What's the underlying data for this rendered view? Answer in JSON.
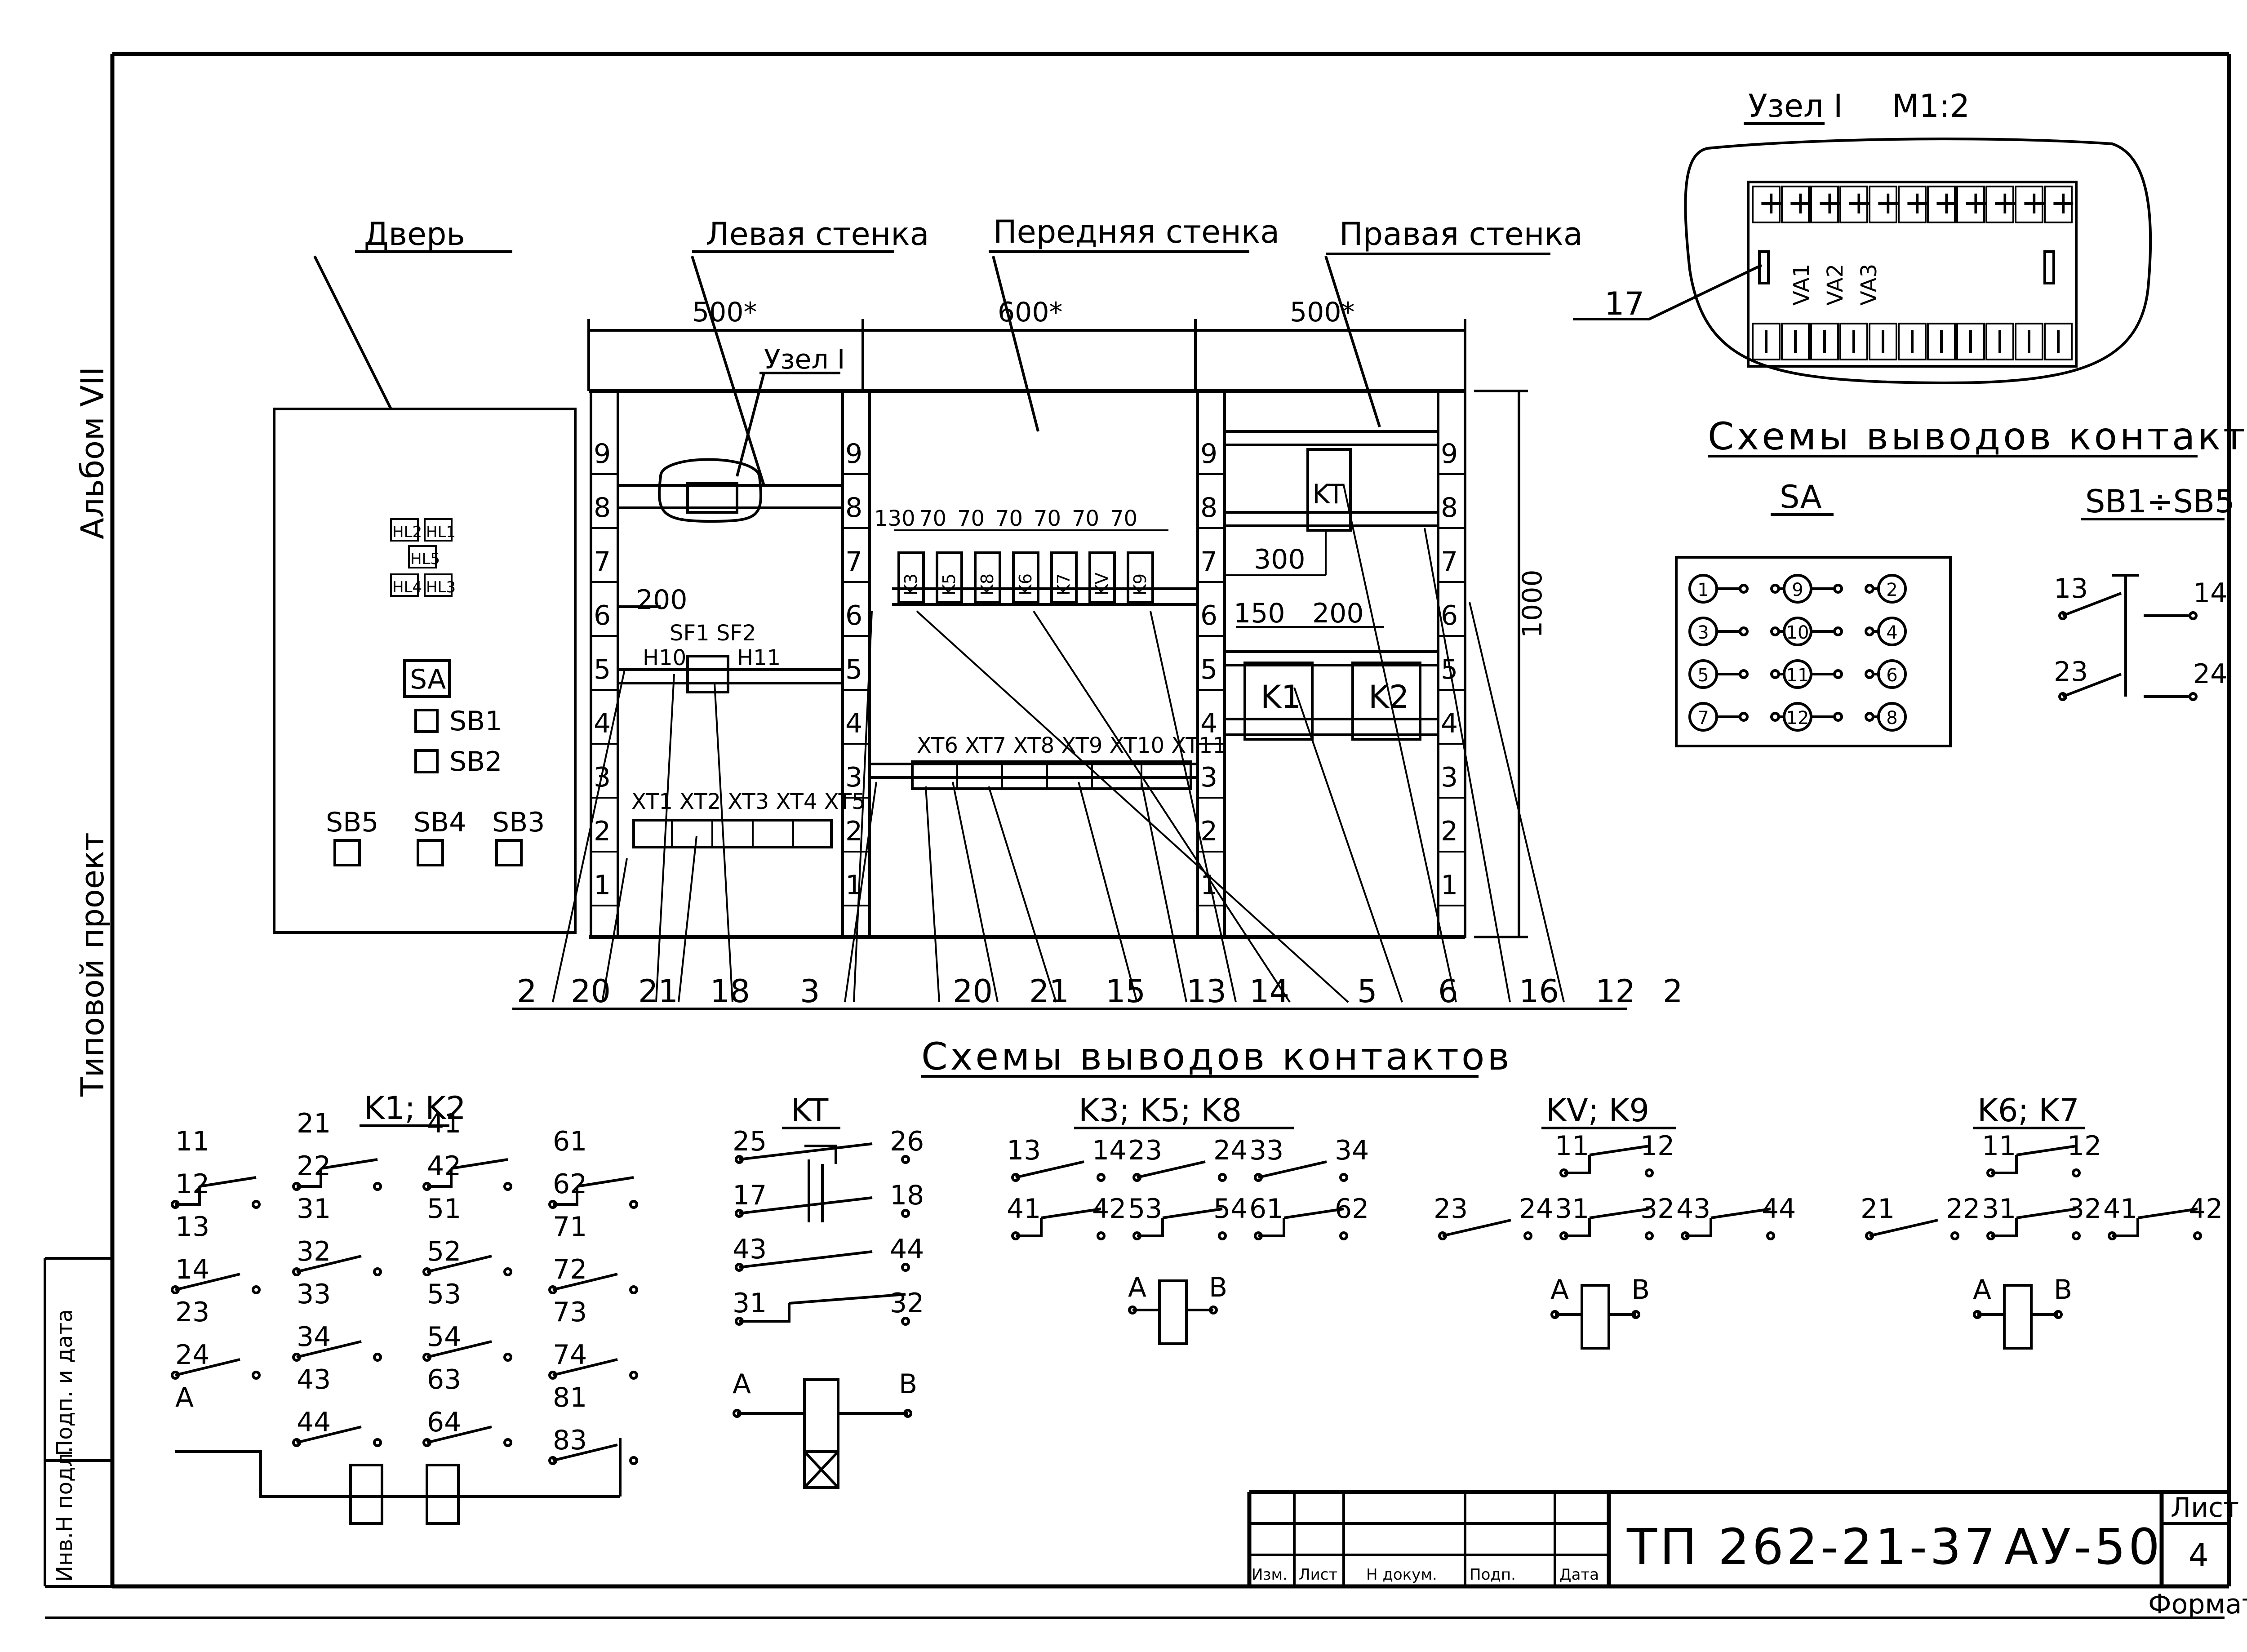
{
  "side": {
    "album": "Альбом VII",
    "project": "Типовой проект",
    "stamp_cols": [
      "Инв.Н подл.",
      "Подп. и дата"
    ]
  },
  "titles": {
    "door": "Дверь",
    "left_wall": "Левая стенка",
    "front_wall": "Передняя стенка",
    "right_wall": "Правая стенка",
    "node_ref": "Узел I",
    "node_title": "Узел I",
    "node_scale": "М1:2",
    "schemes_top": "Схемы выводов контактов",
    "schemes_bottom": "Схемы выводов контактов"
  },
  "dims": {
    "left": "500*",
    "front": "600*",
    "right": "500*",
    "height": "1000",
    "d200a": "200",
    "d130": "130",
    "d70": "70",
    "d300": "300",
    "d150": "150",
    "d200b": "200"
  },
  "scale_numbers": [
    "1",
    "2",
    "3",
    "4",
    "5",
    "6",
    "7",
    "8",
    "9"
  ],
  "door": {
    "lamps": [
      "HL2",
      "HL1",
      "HL5",
      "HL4",
      "HL3"
    ],
    "sa": "SA",
    "sb1": "SB1",
    "sb2": "SB2",
    "sb5": "SB5",
    "sb4": "SB4",
    "sb3": "SB3"
  },
  "left_wall": {
    "sf": "SF1 SF2",
    "h10": "H10",
    "h11": "H11",
    "terminals": "XT1 XT2 XT3 XT4 XT5"
  },
  "front_wall": {
    "relays": [
      "K3",
      "K5",
      "K8",
      "K6",
      "K7",
      "KV",
      "K9"
    ],
    "terminals": "XT6 XT7 XT8 XT9 XT10 XT11"
  },
  "right_wall": {
    "kt": "KT",
    "k1": "K1",
    "k2": "K2"
  },
  "callouts": [
    "2",
    "20",
    "21",
    "18",
    "3",
    "20",
    "21",
    "15",
    "13",
    "14",
    "5",
    "6",
    "16",
    "12",
    "2"
  ],
  "node": {
    "plus": "+",
    "va": [
      "VA1",
      "VA2",
      "VA3"
    ],
    "ref": "17"
  },
  "sa_scheme": {
    "title": "SA",
    "rows": [
      [
        "1",
        "9",
        "2"
      ],
      [
        "3",
        "10",
        "4"
      ],
      [
        "5",
        "11",
        "6"
      ],
      [
        "7",
        "12",
        "8"
      ]
    ]
  },
  "sb_scheme": {
    "title": "SB1÷SB5",
    "n13": "13",
    "n14": "14",
    "n23": "23",
    "n24": "24"
  },
  "k1k2": {
    "title": "K1; K2",
    "col1": [
      "11",
      "12",
      "13",
      "14",
      "23",
      "24",
      "A"
    ],
    "col2": [
      "21",
      "22",
      "31",
      "32",
      "33",
      "34",
      "43",
      "44"
    ],
    "col3": [
      "41",
      "42",
      "51",
      "52",
      "53",
      "54",
      "63",
      "64"
    ],
    "col4": [
      "61",
      "62",
      "71",
      "72",
      "73",
      "74",
      "81",
      "83"
    ]
  },
  "kt_scheme": {
    "title": "KT",
    "pairs": [
      [
        "25",
        "26"
      ],
      [
        "17",
        "18"
      ],
      [
        "43",
        "44"
      ],
      [
        "31",
        "32"
      ]
    ],
    "coil": [
      "A",
      "B"
    ]
  },
  "k358": {
    "title": "K3; K5; K8",
    "top": [
      "13",
      "14",
      "23",
      "24",
      "33",
      "34"
    ],
    "bottom": [
      "41",
      "42",
      "53",
      "54",
      "61",
      "62"
    ],
    "coil": [
      "A",
      "B"
    ]
  },
  "kvk9": {
    "title": "KV; K9",
    "top": [
      "11",
      "12"
    ],
    "bottom": [
      "23",
      "24",
      "31",
      "32",
      "43",
      "44"
    ],
    "coil": [
      "A",
      "B"
    ]
  },
  "k6k7": {
    "title": "K6; K7",
    "top": [
      "11",
      "12"
    ],
    "bottom": [
      "21",
      "22",
      "31",
      "32",
      "41",
      "42"
    ],
    "coil": [
      "A",
      "B"
    ]
  },
  "title_block": {
    "headers": [
      "Изм.",
      "Лист",
      "Н докум.",
      "Подп.",
      "Дата"
    ],
    "code": "ТП 262-21-37",
    "mark": "АУ-50",
    "sheet_label": "Лист",
    "sheet_no": "4",
    "format": "Формат"
  }
}
